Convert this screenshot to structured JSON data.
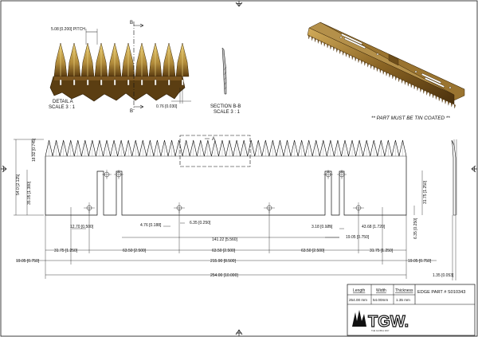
{
  "detail_a": {
    "pitch_dim": "5.08 [0.200] PITCH",
    "section_marker_top": "B",
    "section_marker_bottom": "B",
    "thickness_dim": "0.76 [0.030]",
    "title": "DETAIL  A",
    "scale": "SCALE 3 : 1"
  },
  "section_bb": {
    "title": "SECTION B-B",
    "scale": "SCALE 3 : 1"
  },
  "note": "** PART MUST BE TIN COATED **",
  "main_view": {
    "detail_callout": "A",
    "dims": {
      "tooth_height": "18.92 [0.745]",
      "overall_height": "54.0 [2.125]",
      "slot_height": "35.05 [1.380]",
      "right_height": "31.75 [1.250]",
      "right_hole": "6.35 [0.250]",
      "left_offset": "12.70 [0.500]",
      "small_a": "4.76 [0.188]",
      "small_b": "6.35 [0.250]",
      "small_c": "3.18 [0.125]",
      "right_pos": "43.68 [1.720]",
      "right_slot": "19.05 [0.750]",
      "center_span": "141.22 [5.560]",
      "left_edge": "31.75 [1.250]",
      "pitch_1": "63.50 [2.500]",
      "pitch_2": "63.50 [2.500]",
      "pitch_3": "63.50 [2.500]",
      "right_edge": "31.75 [1.250]",
      "end_left": "19.05 [0.750]",
      "hole_span": "215.90 [8.500]",
      "end_right": "19.05 [0.750]",
      "overall_length": "254.00 [10.000]",
      "side_thickness": "1.35 [0.053]"
    }
  },
  "title_block": {
    "headers": [
      "Length",
      "Width",
      "Thickness"
    ],
    "values": [
      "254.00 mm",
      "54.00mm",
      "1.35 mm"
    ],
    "part_number": "EDGE PART # S010343",
    "logo_text": "TGW.",
    "logo_tagline": "THE GLOBAL WAY"
  },
  "colors": {
    "line": "#111111",
    "bronze_dark": "#5a3c10",
    "bronze_mid": "#8a6424",
    "bronze_light": "#c09a52",
    "tooth_gold": "#d7b24a"
  }
}
